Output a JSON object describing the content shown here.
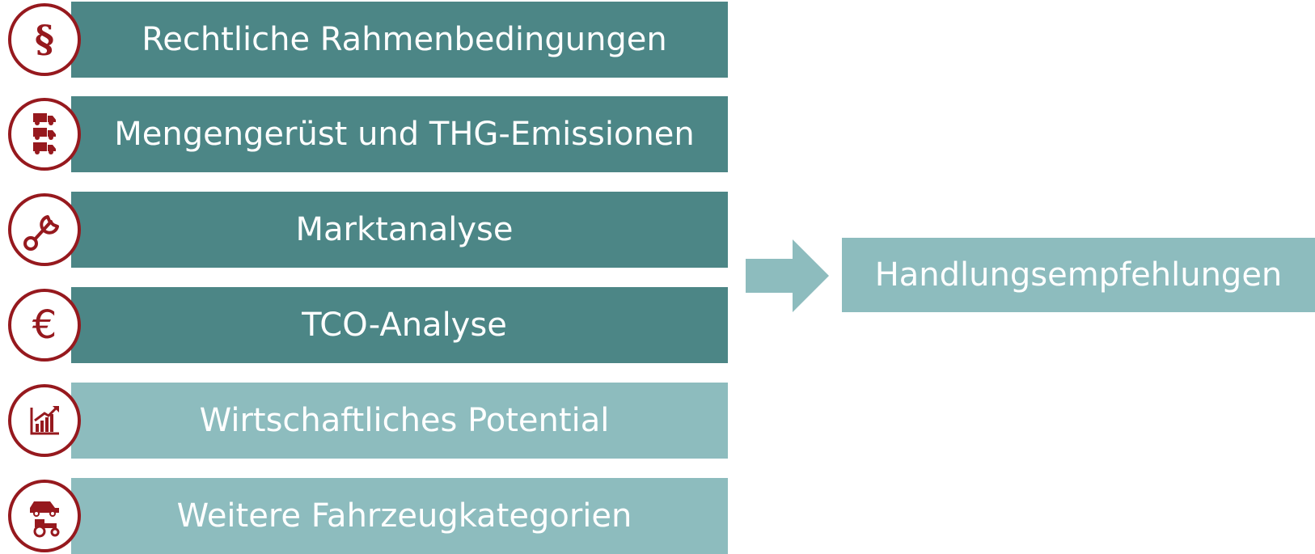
{
  "steps": [
    {
      "label": "Rechtliche Rahmenbedingungen",
      "icon": "paragraph-icon",
      "shade": "dark"
    },
    {
      "label": "Mengengerüst und THG-Emissionen",
      "icon": "trucks-icon",
      "shade": "dark"
    },
    {
      "label": "Marktanalyse",
      "icon": "wrench-icon",
      "shade": "dark"
    },
    {
      "label": "TCO-Analyse",
      "icon": "euro-icon",
      "shade": "dark"
    },
    {
      "label": "Wirtschaftliches Potential",
      "icon": "growth-chart-icon",
      "shade": "light"
    },
    {
      "label": "Weitere Fahrzeugkategorien",
      "icon": "car-tractor-icon",
      "shade": "light"
    }
  ],
  "result": {
    "label": "Handlungsempfehlungen"
  },
  "colors": {
    "dark_bar": "#4c8686",
    "light_bar": "#8dbcbe",
    "icon_red": "#96191e",
    "background": "#ffffff"
  }
}
